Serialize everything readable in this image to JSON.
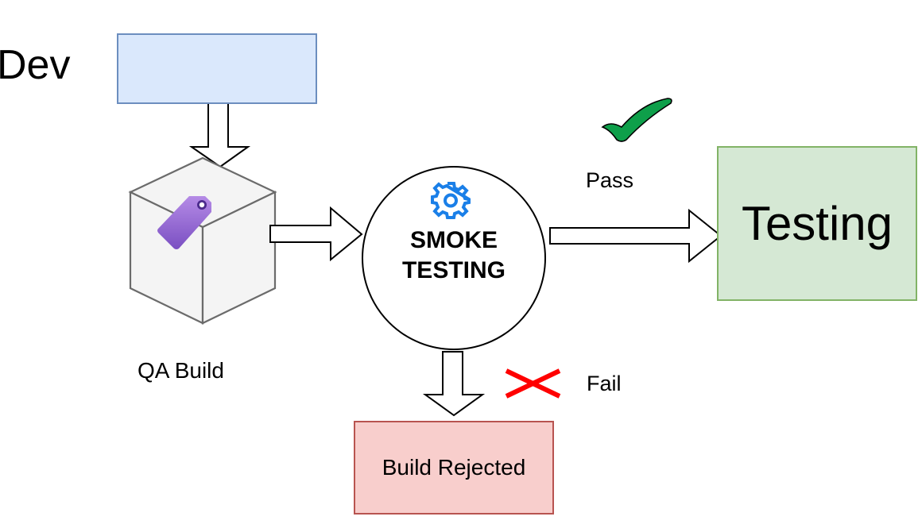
{
  "diagram": {
    "title": "Smoke Testing Flow",
    "nodes": {
      "dev": {
        "label": "Dev",
        "box_text": ""
      },
      "qa_build": {
        "label": "QA Build",
        "icon": "package-tag-icon"
      },
      "smoke_testing": {
        "label_line1": "SMOKE",
        "label_line2": "TESTING",
        "icon": "gear-icon"
      },
      "testing": {
        "label": "Testing"
      },
      "build_rejected": {
        "label": "Build Rejected"
      }
    },
    "edges": [
      {
        "from": "dev",
        "to": "qa_build",
        "label": ""
      },
      {
        "from": "qa_build",
        "to": "smoke_testing",
        "label": ""
      },
      {
        "from": "smoke_testing",
        "to": "testing",
        "label": "Pass",
        "icon": "checkmark-icon"
      },
      {
        "from": "smoke_testing",
        "to": "build_rejected",
        "label": "Fail",
        "icon": "cross-icon"
      }
    ],
    "colors": {
      "dev_fill": "#dae8fc",
      "dev_stroke": "#6c8ebf",
      "testing_fill": "#d5e8d4",
      "testing_stroke": "#82b366",
      "rejected_fill": "#f8cecc",
      "rejected_stroke": "#b85450",
      "gear": "#1a7fe8",
      "check": "#0e9f4a",
      "cross": "#ff0000",
      "tag": "#9b6fd6"
    }
  }
}
